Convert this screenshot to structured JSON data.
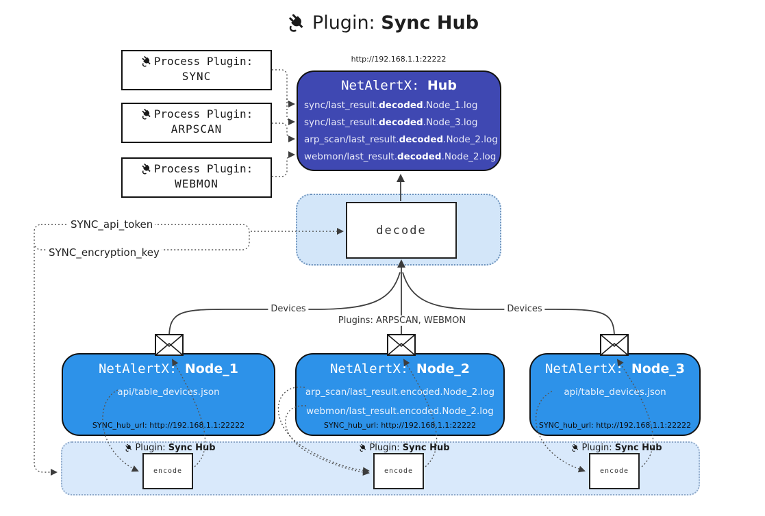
{
  "title": {
    "prefix": "Plugin:",
    "name": "Sync Hub"
  },
  "process_plugins": {
    "label": "Process Plugin:",
    "items": [
      "SYNC",
      "ARPSCAN",
      "WEBMON"
    ]
  },
  "hub": {
    "url": "http://192.168.1.1:22222",
    "prefix": "NetAlertX:",
    "name": "Hub",
    "logs": [
      {
        "pre": "sync/last_result.",
        "bold": "decoded",
        "post": ".Node_1.log"
      },
      {
        "pre": "sync/last_result.",
        "bold": "decoded",
        "post": ".Node_3.log"
      },
      {
        "pre": "arp_scan/last_result.",
        "bold": "decoded",
        "post": ".Node_2.log"
      },
      {
        "pre": "webmon/last_result.",
        "bold": "decoded",
        "post": ".Node_2.log"
      }
    ]
  },
  "decoder": {
    "label": "decode"
  },
  "config": {
    "api_token": "SYNC_api_token",
    "encryption_key": "SYNC_encryption_key"
  },
  "edges": {
    "left": "Devices",
    "center": "Plugins: ARPSCAN, WEBMON",
    "right": "Devices"
  },
  "nodes": [
    {
      "prefix": "NetAlertX:",
      "name": "Node_1",
      "files": [
        "api/table_devices.json"
      ],
      "hub_url": "SYNC_hub_url: http://192.168.1.1:22222"
    },
    {
      "prefix": "NetAlertX:",
      "name": "Node_2",
      "files": [
        "arp_scan/last_result.encoded.Node_2.log",
        "webmon/last_result.encoded.Node_2.log"
      ],
      "hub_url": "SYNC_hub_url: http://192.168.1.1:22222"
    },
    {
      "prefix": "NetAlertX:",
      "name": "Node_3",
      "files": [
        "api/table_devices.json"
      ],
      "hub_url": "SYNC_hub_url: http://192.168.1.1:22222"
    }
  ],
  "sync_band": {
    "plugin_prefix": "Plugin:",
    "plugin_name": "Sync Hub",
    "encode_label": "encode"
  },
  "colors": {
    "hub_fill": "#3f48b2",
    "node_fill": "#2d92e9",
    "band_fill": "#d9e9fb",
    "decode_fill": "#d3e6f9"
  }
}
